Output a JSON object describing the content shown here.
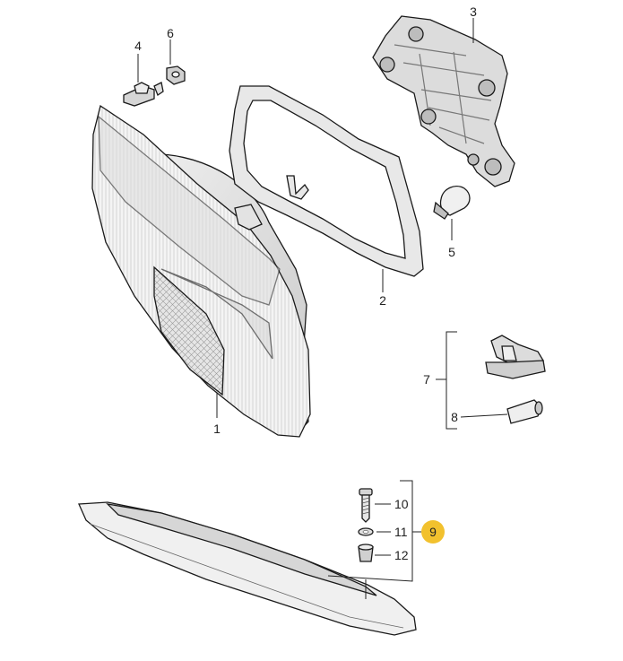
{
  "callouts": [
    {
      "id": "p1",
      "text": "1"
    },
    {
      "id": "p2",
      "text": "2"
    },
    {
      "id": "p3",
      "text": "3"
    },
    {
      "id": "p4",
      "text": "4"
    },
    {
      "id": "p5",
      "text": "5"
    },
    {
      "id": "p6",
      "text": "6"
    },
    {
      "id": "p7",
      "text": "7"
    },
    {
      "id": "p8",
      "text": "8"
    },
    {
      "id": "p9",
      "text": "9"
    },
    {
      "id": "p10",
      "text": "10"
    },
    {
      "id": "p11",
      "text": "11"
    },
    {
      "id": "p12",
      "text": "12"
    }
  ],
  "highlight": {
    "callout": "9",
    "color": "#F2C12E"
  }
}
